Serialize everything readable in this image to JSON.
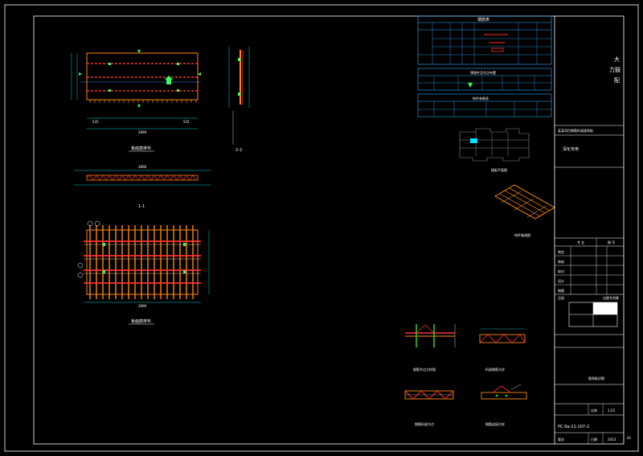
{
  "title_block": {
    "company_line1": "大",
    "company_line2": "力鼓",
    "company_line3": "配",
    "project_line": "某某项目钢筋桁架楼承板",
    "drawing_name": "深化专用",
    "scale_value": "1:25",
    "drawing_number": "PC-Se-11-107-2",
    "date_value": "2023",
    "page_number": "42",
    "sign_rows": [
      "审定",
      "审核",
      "校对",
      "设计",
      "制图"
    ],
    "col_a": "专 业",
    "col_b": "图 号",
    "stamp_label": "注册",
    "cert_label": "出图专用章",
    "drawing_title": "楼承板详图",
    "scale_label": "比例",
    "date_label": "日期",
    "version_label": "版次"
  },
  "views": {
    "plan_view": "板底筋排布",
    "section_22": "2-2",
    "section_11": "1-1",
    "bottom_view": "板面筋排布",
    "node_detail_1": "钢筋节点大样图",
    "node_detail_2": "桁架钢筋大样",
    "node_detail_3": "钢筋桁架节点",
    "node_detail_4": "钢筋连接大样",
    "assembly_view": "楼板平面图",
    "axo_view": "构件轴测图"
  },
  "tables": {
    "rebar_table_title": "钢筋表",
    "embed_table_title": "预埋件及吊点布置",
    "concrete_table_title": "构件参数表"
  },
  "dimensions": {
    "plan_width": "2890",
    "plan_left": "535",
    "plan_right": "535",
    "section_width": "2890",
    "bottom_width": "2890"
  },
  "colors": {
    "rebar_red": "#ff3030",
    "truss_orange": "#ff8800",
    "lifting_green": "#33ff66",
    "embed_green": "#22cc22",
    "frame": "#ffffff",
    "table_line": "#30b0ff",
    "dim_line": "#00d0d0"
  }
}
